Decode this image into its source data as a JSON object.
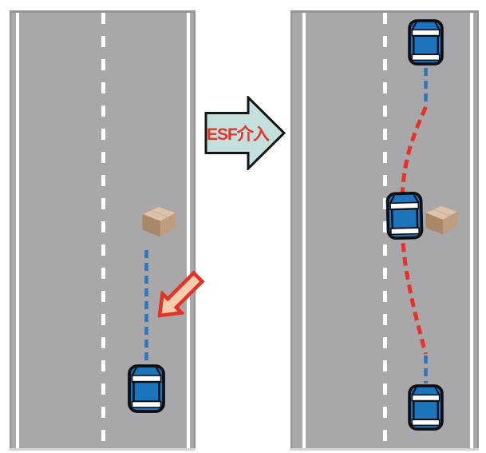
{
  "transition": {
    "label": "ESF介入"
  },
  "icons": {
    "transition_arrow": "block-arrow-right",
    "warning_arrow": "block-arrow-down-left",
    "obstacle": "cardboard-box",
    "vehicle": "car-top-view",
    "lane_center": "dashed-lane-line",
    "lane_edge": "solid-edge-line",
    "path_planned": "blue-dashed-trajectory",
    "path_intervention": "red-dashed-trajectory"
  },
  "colors": {
    "road-gray": "#a8a8aa",
    "road-edge": "#949496",
    "road-shadow": "#d4d4d6",
    "lane-white": "#ffffff",
    "car-blue": "#1b74bc",
    "car-outline": "#0d0d12",
    "path-blue": "#2f74b8",
    "path-red": "#e6332a",
    "esf-fill": "#c3e0dd",
    "esf-outline": "#151515",
    "esf-text": "#e6332a",
    "warn-fill": "#f8cfae",
    "warn-border": "#e63226",
    "box-top": "#d9c3ab",
    "box-front": "#a98868",
    "box-side": "#bf9e7f"
  }
}
